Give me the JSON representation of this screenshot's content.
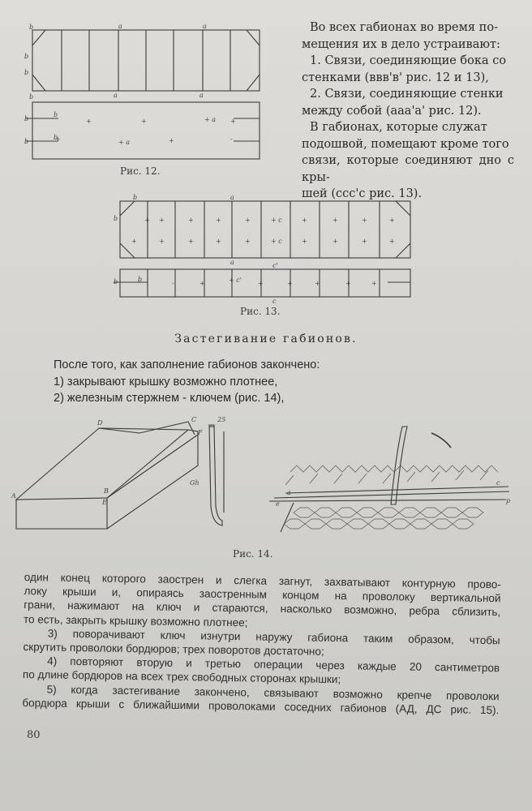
{
  "intro": [
    "Во всех габионах во время по-",
    "мещения их в дело устраивают:",
    "1. Связи, соединяющие бока со",
    "стенками (ввв'в' рис. 12 и 13),",
    "2. Связи, соединяющие стенки",
    "между собой (ааа'а' рис. 12).",
    "В габионах, которые служат",
    "подошвой, помещают кроме того",
    "связи, которые соединяют дно с кры-",
    "шей (ссс'с рис. 13)."
  ],
  "figures": {
    "fig12": {
      "caption": "Рис. 12."
    },
    "fig13": {
      "caption": "Рис. 13."
    },
    "fig14": {
      "caption": "Рис. 14."
    }
  },
  "heading": "Застегивание габионов.",
  "lead": [
    "После того, как заполнение габионов закончено:",
    "1) закрывают крышку возможно плотнее,",
    "2) железным стержнем - ключем (рис. 14),"
  ],
  "body": [
    "один конец которого заострен и слегка загнут, захватывают контурную прово-",
    "локу крыши и, опираясь заостренным концом на проволоку вертикальной",
    "грани, нажимают на ключ и стараются, насколько возможно, ребра сблизить,",
    "то есть, закрыть крышку возможно плотнее;",
    "3) поворачивают ключ изнутри наружу габиона таким образом, чтобы",
    "скрутить проволоки бордюров; трех поворотов достаточно;",
    "4) повторяют вторую и третью операции через каждые 20 сантиметров",
    "по длине бордюров на всех трех свободных сторонах крышки;",
    "5) когда застегивание закончено, связывают возможно крепче проволоки",
    "бордюра крыши с ближайшими проволоками соседних габионов (АД, ДС рис. 15)."
  ],
  "page_number": "80"
}
